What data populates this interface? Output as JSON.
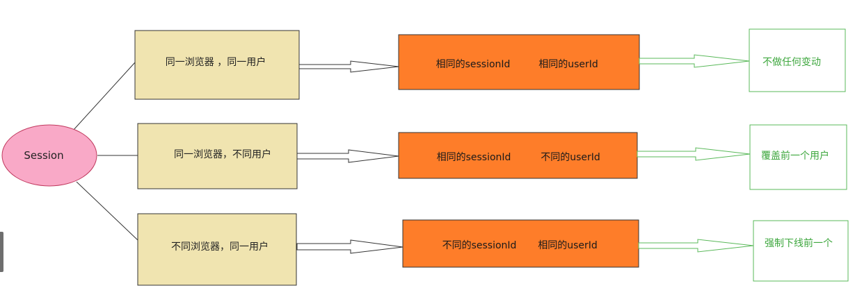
{
  "root": {
    "label": "Session"
  },
  "rows": [
    {
      "condition": "同一浏览器 ，同一用户",
      "session_text": "相同的sessionId",
      "user_text": "相同的userId",
      "result": "不做任何变动"
    },
    {
      "condition": "同一浏览器，不同用户",
      "session_text": "相同的sessionId",
      "user_text": "不同的userId",
      "result": "覆盖前一个用户"
    },
    {
      "condition": "不同浏览器，同一用户",
      "session_text": "不同的sessionId",
      "user_text": "相同的userId",
      "result": "强制下线前一个"
    }
  ],
  "colors": {
    "root_fill": "#f9a9c7",
    "root_stroke": "#c0395e",
    "condition_fill": "#f0e4b0",
    "condition_stroke": "#333333",
    "id_fill": "#fe7d29",
    "id_stroke": "#333333",
    "result_stroke": "#58b858",
    "result_text": "#3ea73e",
    "arrow_stroke": "#333333",
    "result_arrow_stroke": "#58b858"
  }
}
